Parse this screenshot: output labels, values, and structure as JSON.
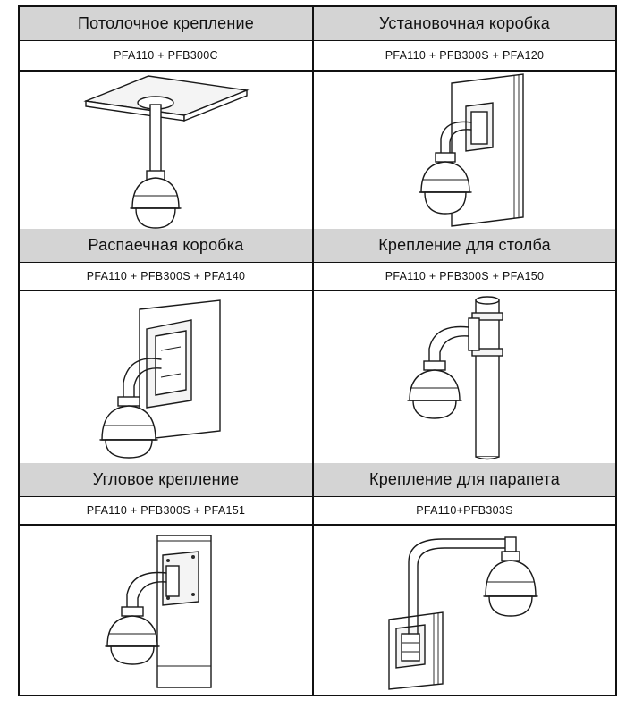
{
  "cells": [
    {
      "title": "Потолочное крепление",
      "code": "PFA110 + PFB300C"
    },
    {
      "title": "Установочная коробка",
      "code": "PFA110 + PFB300S + PFA120"
    },
    {
      "title": "Распаечная коробка",
      "code": "PFA110 + PFB300S + PFA140"
    },
    {
      "title": "Крепление для столба",
      "code": "PFA110 + PFB300S + PFA150"
    },
    {
      "title": "Угловое крепление",
      "code": "PFA110 + PFB300S + PFA151"
    },
    {
      "title": "Крепление для парапета",
      "code": "PFA110+PFB303S"
    }
  ]
}
